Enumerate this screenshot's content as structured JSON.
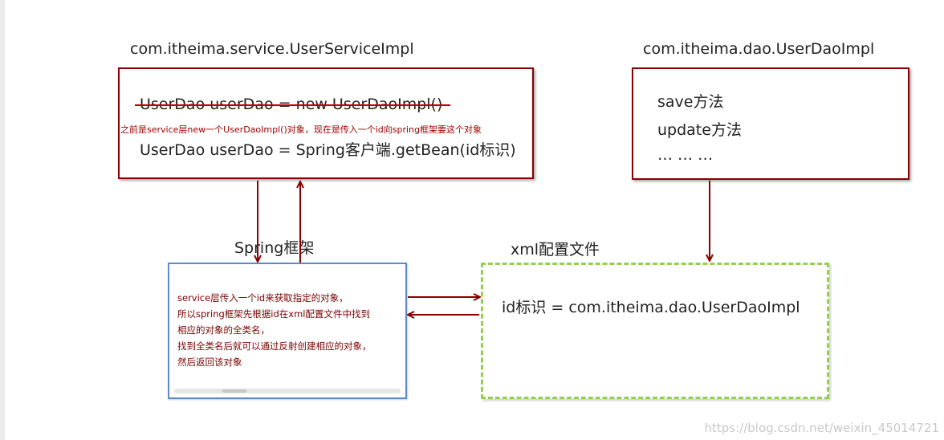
{
  "service_class": {
    "title": "com.itheima.service.UserServiceImpl",
    "old_code": "UserDao userDao = new UserDaoImpl()",
    "note": "之前是service层new一个UserDaoImpl()对象，现在是传入一个id向spring框架要这个对象",
    "new_code": "UserDao userDao = Spring客户端.getBean(id标识)"
  },
  "dao_class": {
    "title": "com.itheima.dao.UserDaoImpl",
    "methods": [
      "save方法",
      "update方法",
      "… … …"
    ]
  },
  "spring": {
    "title": "Spring框架",
    "lines": [
      "service层传入一个id来获取指定的对象，",
      "所以spring框架先根据id在xml配置文件中找到",
      "相应的对象的全类名，",
      "找到全类名后就可以通过反射创建相应的对象，",
      "然后返回该对象"
    ]
  },
  "xml": {
    "title": "xml配置文件",
    "mapping": "id标识 = com.itheima.dao.UserDaoImpl"
  },
  "watermark": "https://blog.csdn.net/weixin_45014721",
  "colors": {
    "box_border": "#8b0000",
    "arrow": "#8b0000",
    "spring_border": "#5b8cc8",
    "xml_border": "#92d050",
    "note_text": "#a00000"
  }
}
